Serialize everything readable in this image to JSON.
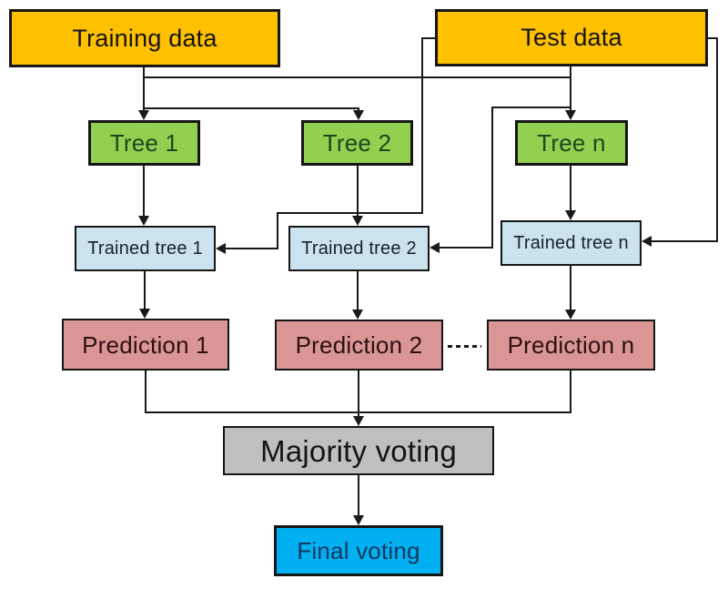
{
  "nodes": {
    "training_data": {
      "label": "Training data",
      "fill": "#FFC000",
      "text_color": "#141414"
    },
    "test_data": {
      "label": "Test data",
      "fill": "#FFC000",
      "text_color": "#141414"
    },
    "tree_1": {
      "label": "Tree 1",
      "fill": "#92D050",
      "text_color": "#1e4620"
    },
    "tree_2": {
      "label": "Tree 2",
      "fill": "#92D050",
      "text_color": "#1e4620"
    },
    "tree_n": {
      "label": "Tree n",
      "fill": "#92D050",
      "text_color": "#1e4620"
    },
    "trained_tree_1": {
      "label": "Trained tree 1",
      "fill": "#cae3ee",
      "text_color": "#16222b"
    },
    "trained_tree_2": {
      "label": "Trained tree 2",
      "fill": "#cae3ee",
      "text_color": "#16222b"
    },
    "trained_tree_n": {
      "label": "Trained tree n",
      "fill": "#cae3ee",
      "text_color": "#16222b"
    },
    "prediction_1": {
      "label": "Prediction 1",
      "fill": "#D99694",
      "text_color": "#2e1010"
    },
    "prediction_2": {
      "label": "Prediction 2",
      "fill": "#D99694",
      "text_color": "#2e1010"
    },
    "prediction_n": {
      "label": "Prediction n",
      "fill": "#D99694",
      "text_color": "#2e1010"
    },
    "majority_voting": {
      "label": "Majority voting",
      "fill": "#BFBFBF",
      "text_color": "#141414"
    },
    "final_voting": {
      "label": "Final voting",
      "fill": "#00B0F0",
      "text_color": "#17375E"
    }
  },
  "edges": [
    {
      "from": "training_data",
      "to": "tree_1"
    },
    {
      "from": "training_data",
      "to": "tree_2"
    },
    {
      "from": "training_data",
      "to": "tree_n"
    },
    {
      "from": "test_data",
      "to": "tree_n"
    },
    {
      "from": "test_data",
      "to": "trained_tree_1"
    },
    {
      "from": "test_data",
      "to": "trained_tree_2"
    },
    {
      "from": "test_data",
      "to": "trained_tree_n"
    },
    {
      "from": "tree_1",
      "to": "trained_tree_1"
    },
    {
      "from": "tree_2",
      "to": "trained_tree_2"
    },
    {
      "from": "tree_n",
      "to": "trained_tree_n"
    },
    {
      "from": "trained_tree_1",
      "to": "prediction_1"
    },
    {
      "from": "trained_tree_2",
      "to": "prediction_2"
    },
    {
      "from": "trained_tree_n",
      "to": "prediction_n"
    },
    {
      "from": "prediction_1",
      "to": "majority_voting"
    },
    {
      "from": "prediction_2",
      "to": "majority_voting"
    },
    {
      "from": "prediction_n",
      "to": "majority_voting"
    },
    {
      "from": "majority_voting",
      "to": "final_voting"
    }
  ],
  "separator": {
    "style": "dotted",
    "between": [
      "prediction_2",
      "prediction_n"
    ]
  },
  "line_color": "#1a1a1a",
  "background": "#ffffff"
}
